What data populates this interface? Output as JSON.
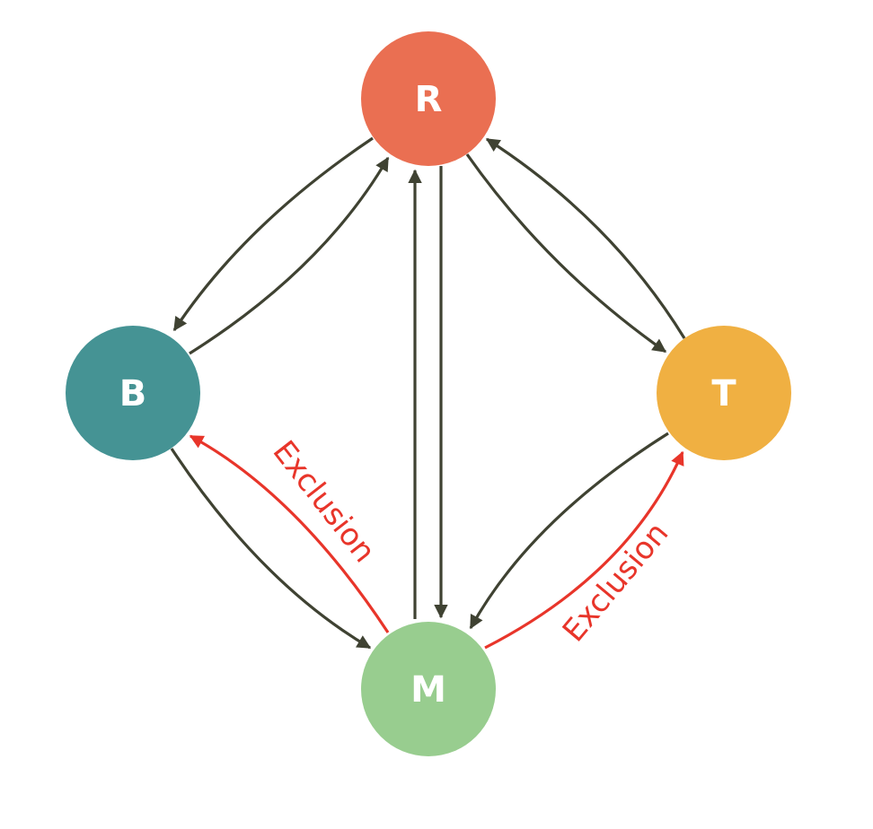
{
  "nodes": {
    "r": {
      "label": "R",
      "color": "#ea6f52"
    },
    "b": {
      "label": "B",
      "color": "#459394"
    },
    "t": {
      "label": "T",
      "color": "#f0b042"
    },
    "m": {
      "label": "M",
      "color": "#98cd8f"
    }
  },
  "edges": [
    {
      "from": "R",
      "to": "B",
      "style": "dark"
    },
    {
      "from": "B",
      "to": "R",
      "style": "dark"
    },
    {
      "from": "R",
      "to": "T",
      "style": "dark"
    },
    {
      "from": "T",
      "to": "R",
      "style": "dark"
    },
    {
      "from": "M",
      "to": "R",
      "style": "dark"
    },
    {
      "from": "R",
      "to": "M",
      "style": "dark"
    },
    {
      "from": "B",
      "to": "M",
      "style": "dark"
    },
    {
      "from": "T",
      "to": "M",
      "style": "dark"
    },
    {
      "from": "M",
      "to": "B",
      "style": "red",
      "label": "Exclusion"
    },
    {
      "from": "M",
      "to": "T",
      "style": "red",
      "label": "Exclusion"
    }
  ],
  "labels": {
    "exclusion_left": "Exclusion",
    "exclusion_right": "Exclusion"
  },
  "colors": {
    "edge_dark": "#3f4232",
    "edge_red": "#e8352a"
  }
}
